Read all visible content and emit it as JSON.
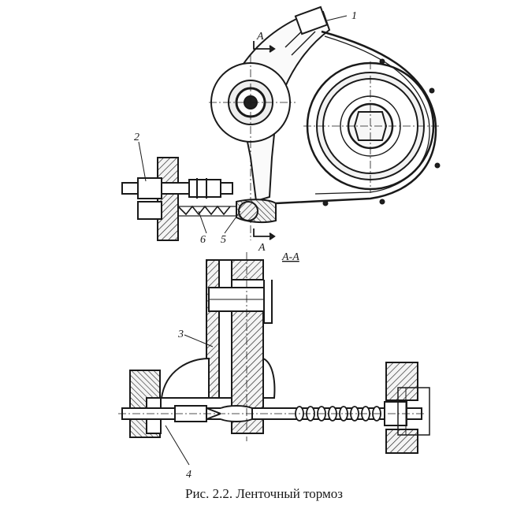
{
  "figure": {
    "caption": "Рис. 2.2. Ленточный тормоз",
    "section_label": "А-А",
    "section_marks": [
      "А",
      "А"
    ],
    "callouts": [
      "1",
      "2",
      "3",
      "4",
      "5",
      "6"
    ]
  }
}
